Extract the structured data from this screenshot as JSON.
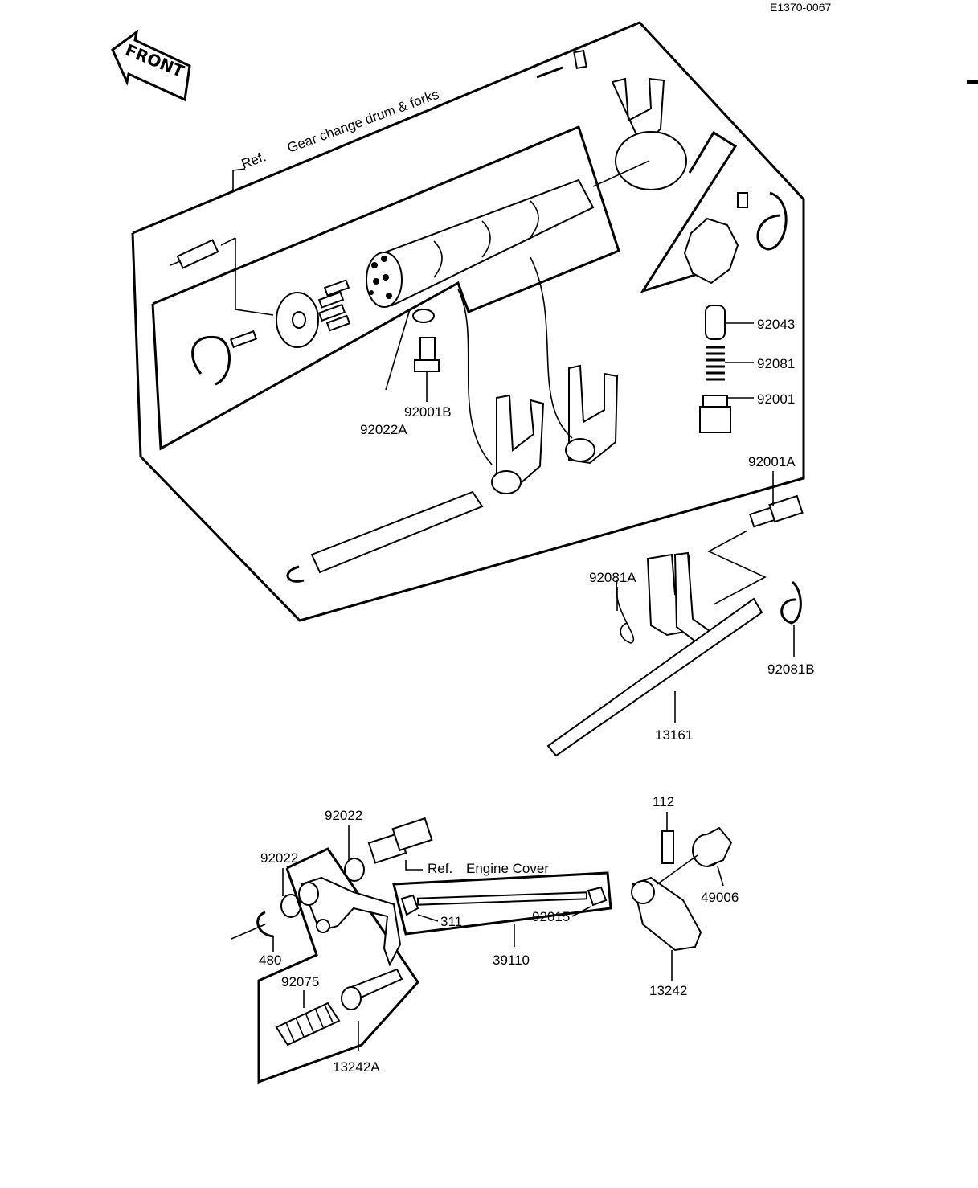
{
  "drawing_code": "E1370-0067",
  "front_badge": "FRONT",
  "ref_gear": {
    "prefix": "Ref.",
    "text": "Gear change drum & forks"
  },
  "ref_engine": {
    "prefix": "Ref.",
    "text": "Engine Cover"
  },
  "labels": {
    "p92043": "92043",
    "p92081": "92081",
    "p92001": "92001",
    "p92001A": "92001A",
    "p92081A": "92081A",
    "p92081B": "92081B",
    "p92001B": "92001B",
    "p92022A": "92022A",
    "p13161": "13161",
    "p112": "112",
    "p49006": "49006",
    "p92022a": "92022",
    "p92022b": "92022",
    "p311": "311",
    "p92015": "92015",
    "p39110": "39110",
    "p13242": "13242",
    "p480": "480",
    "p92075": "92075",
    "p13242A": "13242A"
  }
}
